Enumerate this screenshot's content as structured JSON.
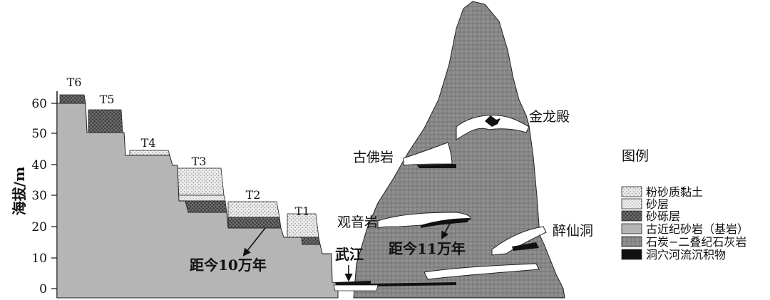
{
  "axis": {
    "ylabel": "海拔/m",
    "ticks": [
      "0",
      "10",
      "20",
      "30",
      "40",
      "50",
      "60"
    ]
  },
  "terraces": [
    "T6",
    "T5",
    "T4",
    "T3",
    "T2",
    "T1"
  ],
  "labels": {
    "terrace_age": "距今10万年",
    "river": "武江",
    "cave_age": "距今11万年",
    "caves": {
      "guanyin": "观音岩",
      "gufo": "古佛岩",
      "jinlong": "金龙殿",
      "zuixian": "醉仙洞"
    }
  },
  "legend": {
    "title": "图例",
    "items": [
      {
        "label": "粉砂质黏土",
        "pattern": "silty-clay"
      },
      {
        "label": "砂层",
        "pattern": "sand"
      },
      {
        "label": "砂砾层",
        "pattern": "gravel"
      },
      {
        "label": "古近纪砂岩（基岩）",
        "pattern": "sandstone"
      },
      {
        "label": "石炭−二叠纪石灰岩",
        "pattern": "limestone"
      },
      {
        "label": "洞穴河流沉积物",
        "pattern": "cave-sediment"
      }
    ]
  },
  "colors": {
    "sandstone": "#b5b5b5",
    "limestone": "#8d8d8d",
    "gravel": "#4a4a4a",
    "sediment": "#111111"
  }
}
